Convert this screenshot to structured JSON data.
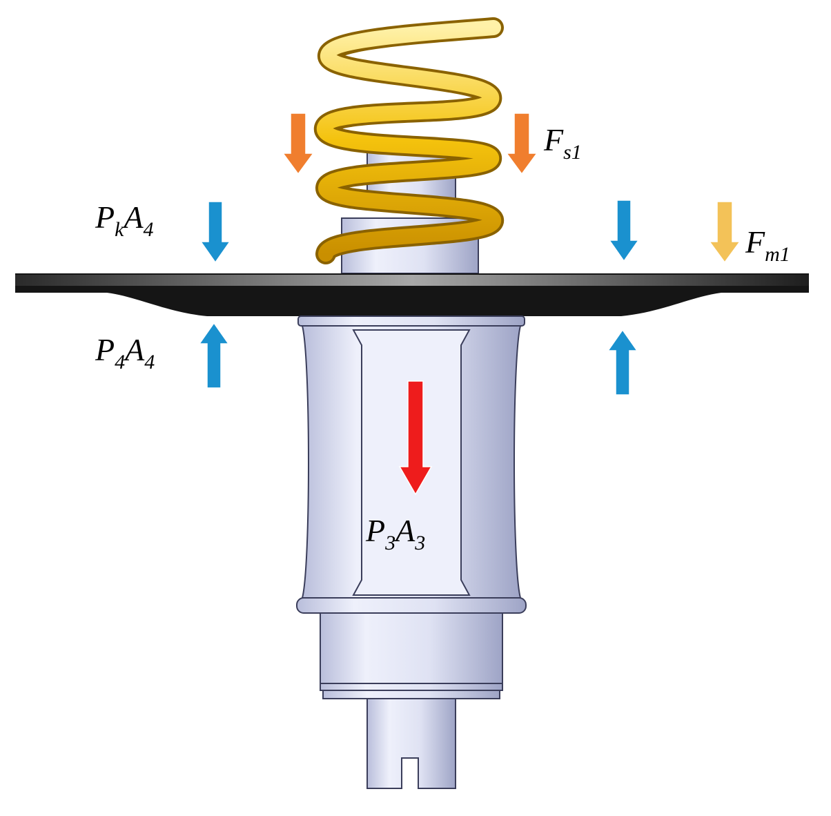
{
  "colors": {
    "background": "#ffffff",
    "pressure_arrow": "#1a91cf",
    "spring_force_arrow": "#f07e2e",
    "magnetic_force_arrow": "#f3c258",
    "valve_force_arrow": "#ee1c1c",
    "spring": "#f4c20d",
    "diaphragm": "#1c1c1c",
    "body": "#dde0f2"
  },
  "icons": {
    "spring": "coil-spring-icon",
    "diaphragm": "diaphragm-disc-icon",
    "valve_stem": "valve-stem-icon"
  },
  "labels": {
    "pk_a4": {
      "p": "P",
      "p_sub": "k",
      "a": "A",
      "a_sub": "4"
    },
    "p4_a4": {
      "p": "P",
      "p_sub": "4",
      "a": "A",
      "a_sub": "4"
    },
    "fs1": {
      "f": "F",
      "f_sub": "s1"
    },
    "fm1": {
      "f": "F",
      "f_sub": "m1"
    },
    "p3_a3": {
      "p": "P",
      "p_sub": "3",
      "a": "A",
      "a_sub": "3"
    }
  }
}
